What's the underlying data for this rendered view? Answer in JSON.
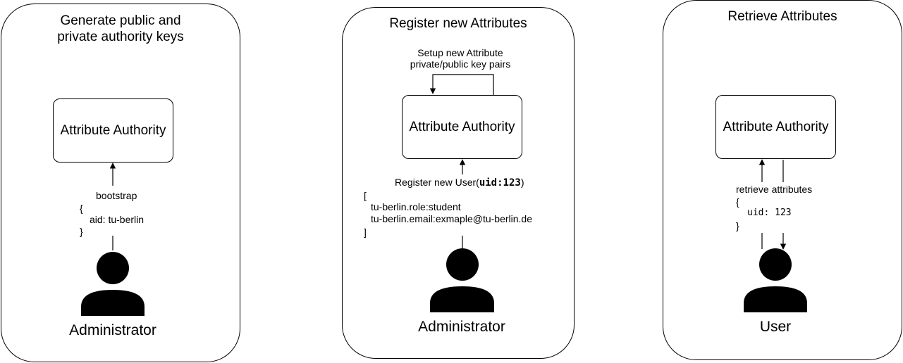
{
  "panels": [
    {
      "title": "Generate public and\nprivate authority keys",
      "box_label": "Attribute Authority",
      "request_label": "bootstrap",
      "payload": [
        "{",
        "  aid: tu-berlin",
        "}"
      ],
      "actor": "Administrator"
    },
    {
      "title": "Register new Attributes",
      "box_label": "Attribute Authority",
      "self_loop_label": "Setup new Attribute\nprivate/public key pairs",
      "request_label_prefix": "Register new User(",
      "request_label_bold": "uid:123",
      "request_label_suffix": ")",
      "payload": [
        "[",
        "  tu-berlin.role:student",
        "  tu-berlin.email:exmaple@tu-berlin.de",
        "]"
      ],
      "actor": "Administrator"
    },
    {
      "title": "Retrieve Attributes",
      "box_label": "Attribute Authority",
      "request_label": "retrieve attributes",
      "payload": [
        "{",
        "  uid: 123",
        "}"
      ],
      "actor": "User"
    }
  ],
  "colors": {
    "stroke": "#000000",
    "background": "#ffffff"
  },
  "icons": [
    "person-icon",
    "person-icon",
    "person-icon"
  ]
}
